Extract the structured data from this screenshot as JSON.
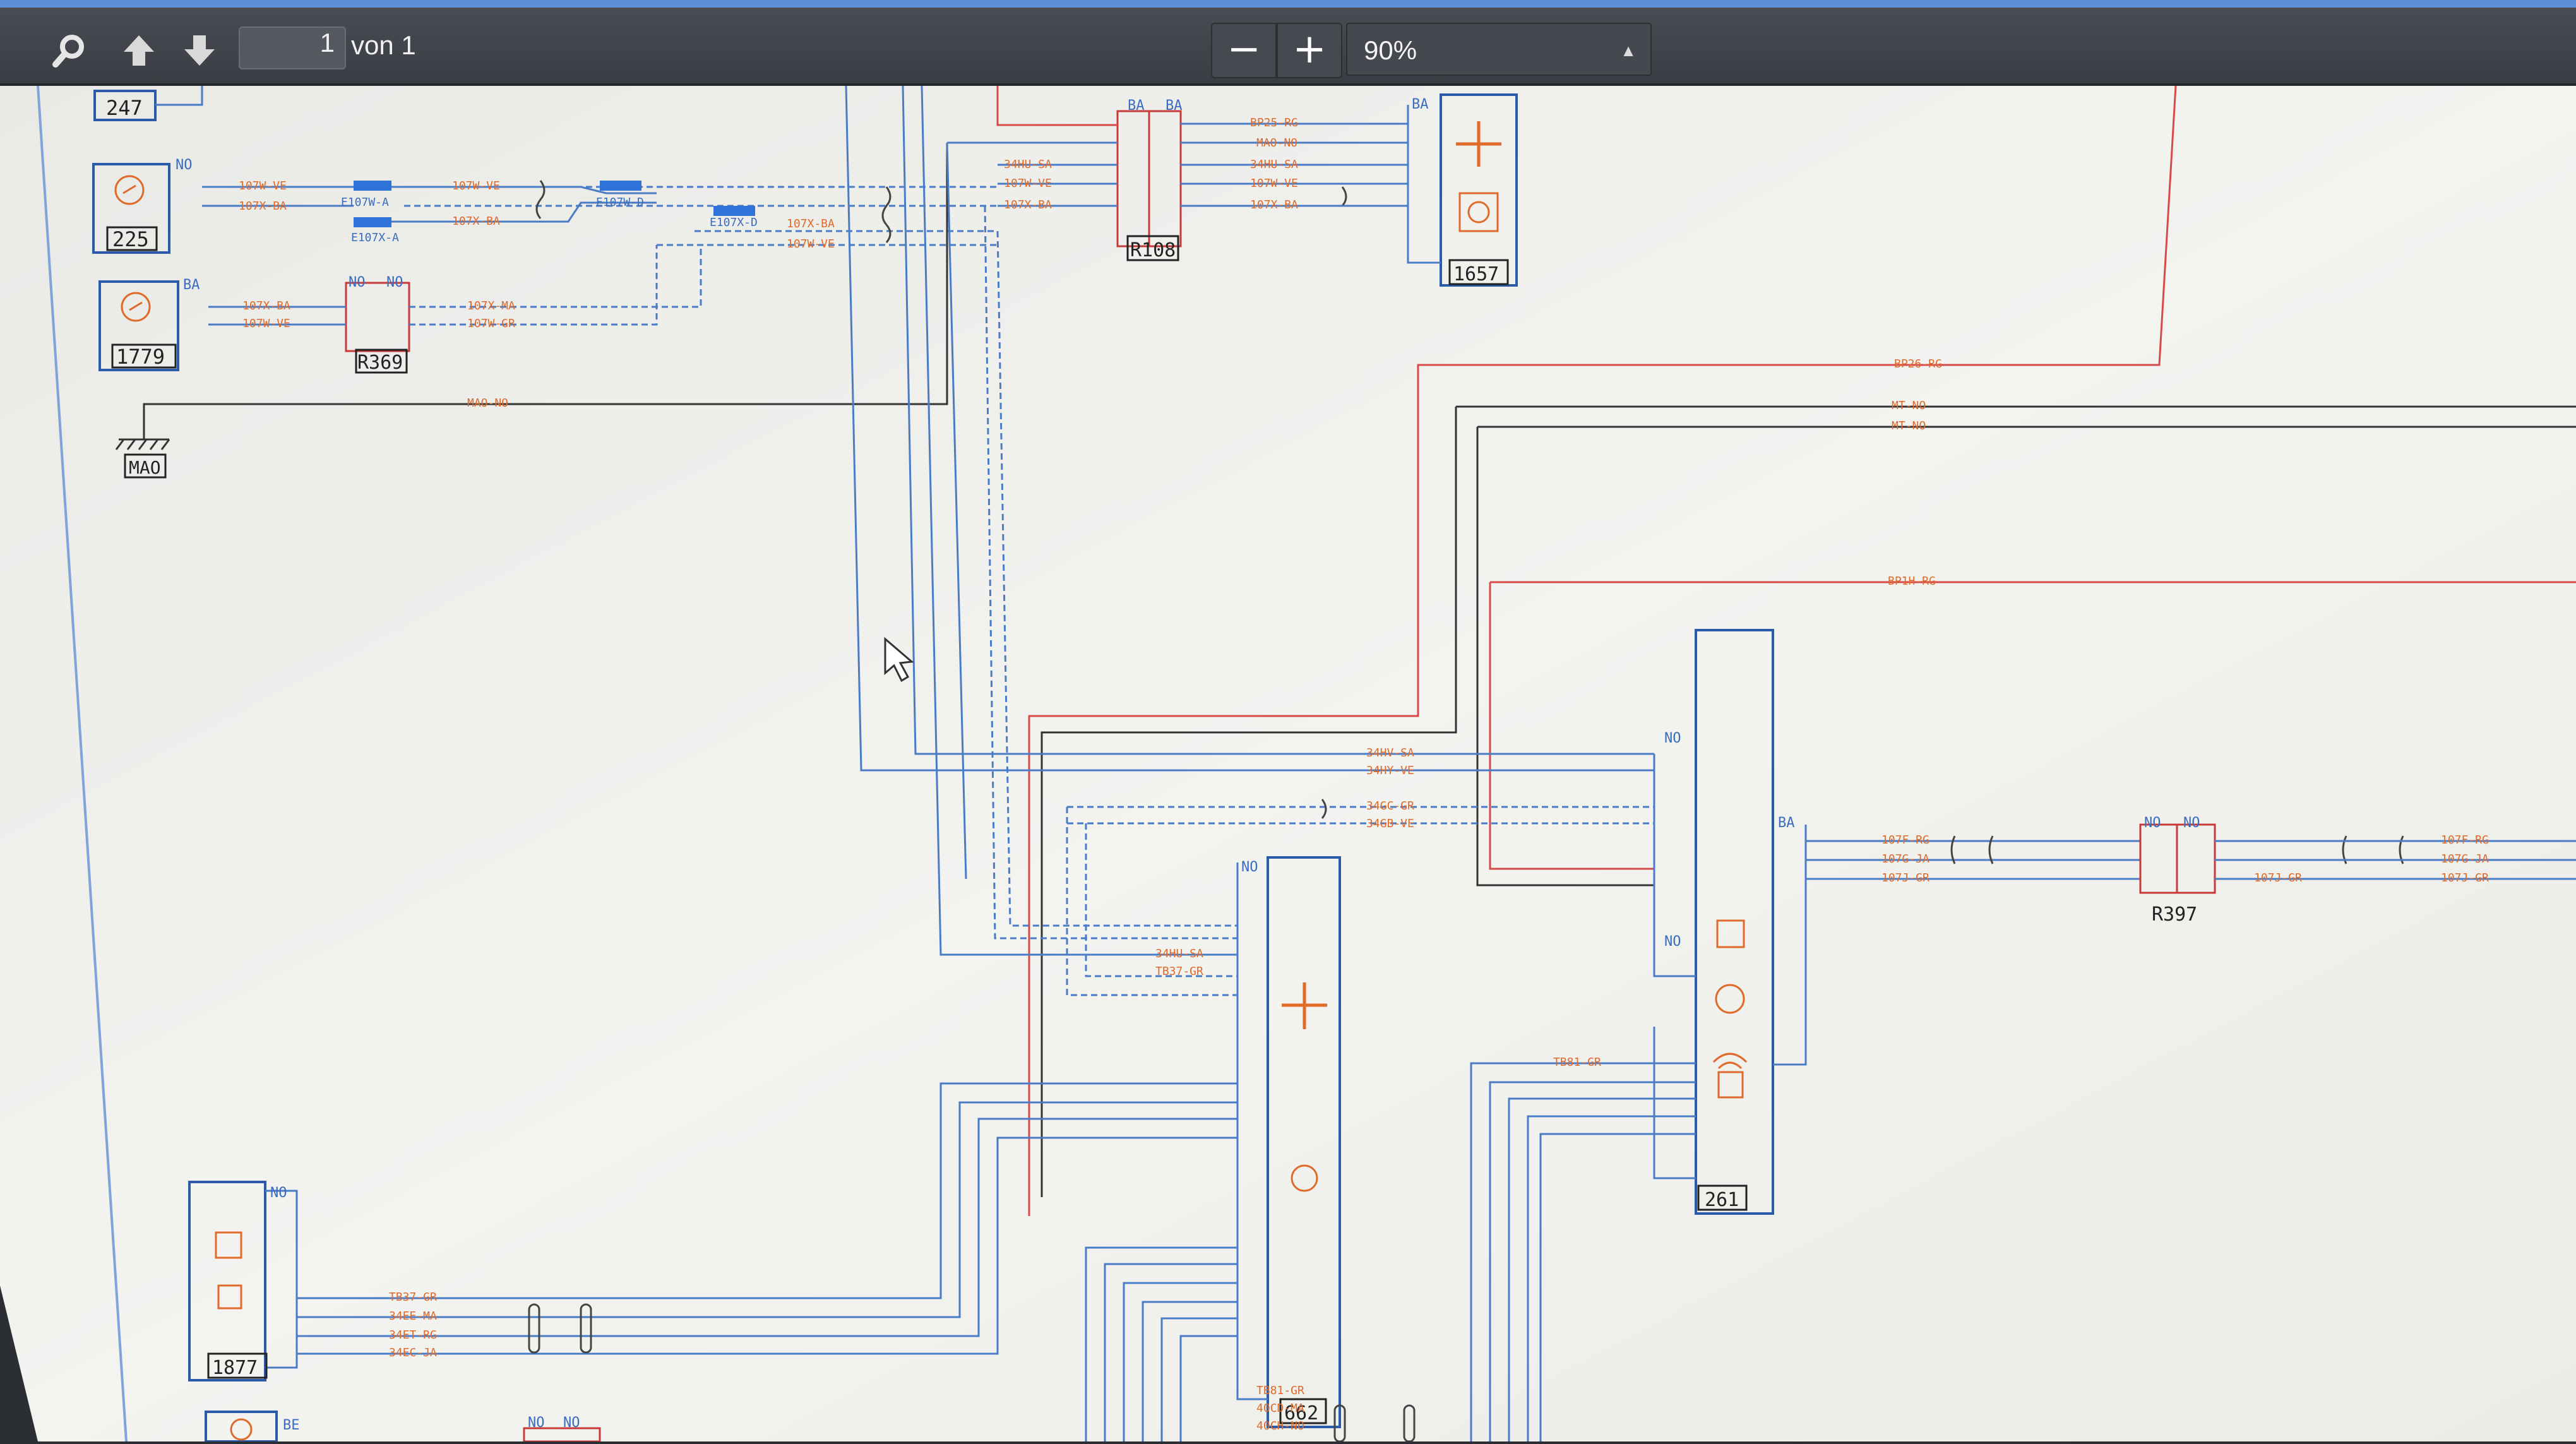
{
  "toolbar": {
    "search_icon": "magnifier-icon",
    "prev_icon": "arrow-up-icon",
    "next_icon": "arrow-down-icon",
    "page_value": "1",
    "page_of": "von 1",
    "zoom_out_label": "−",
    "zoom_in_label": "+",
    "zoom_value": "90%"
  },
  "diagram": {
    "components": {
      "c247": "247",
      "c225": "225",
      "c1779": "1779",
      "c1657": "1657",
      "c261": "261",
      "c662": "662",
      "c1877": "1877",
      "r108": "R108",
      "r369": "R369",
      "r397": "R397",
      "mao": "MAO"
    },
    "connector_labels": {
      "ba": "BA",
      "no": "NO",
      "be": "BE"
    },
    "wire_labels": {
      "w_107w_ve": "107W-VE",
      "w_107x_ba": "107X-BA",
      "w_e107w_a": "E107W-A",
      "w_e107x_a": "E107X-A",
      "w_e107w_d": "E107W-D",
      "w_e107x_d": "E107X-D",
      "w_107x_ma": "107X-MA",
      "w_107w_gr": "107W-GR",
      "w_mao_no": "MAO-NO",
      "w_34hu_sa": "34HU-SA",
      "w_bp25_rg": "BP25-RG",
      "w_bp26_rg": "BP26-RG",
      "w_mt_no": "MT-NO",
      "w_bp1h_rg": "BP1H-RG",
      "w_34hv_sa": "34HV-SA",
      "w_34hy_ve": "34HY-VE",
      "w_34gc_gr": "34GC-GR",
      "w_34gb_ve": "34GB-VE",
      "w_107f_rg": "107F-RG",
      "w_107g_ja": "107G-JA",
      "w_107j_gr": "107J-GR",
      "w_tb81_gr": "TB81-GR",
      "w_tb37_gr": "TB37-GR",
      "w_34ee_ma": "34EE-MA",
      "w_34et_rg": "34ET-RG",
      "w_34ec_ja": "34EC-JA",
      "w_40cd_ma": "40CD-MA",
      "w_40ch_no": "40CH-NO"
    }
  }
}
